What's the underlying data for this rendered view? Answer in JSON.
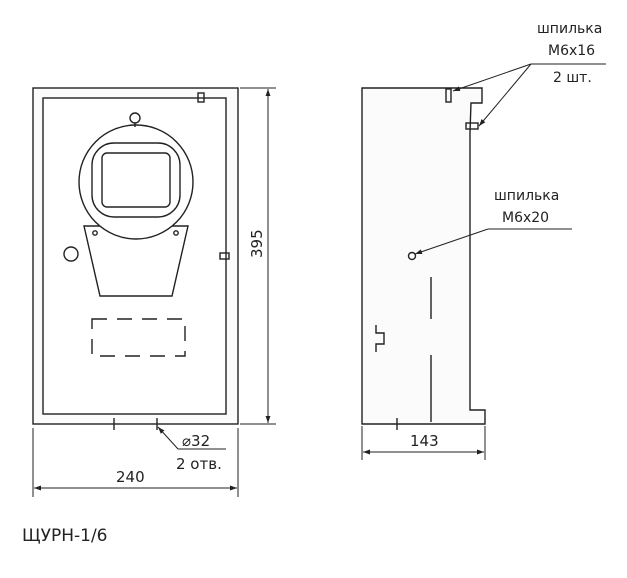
{
  "title": "ЩУРН-1/6",
  "front": {
    "width_label": "240",
    "height_label": "395",
    "hole_label": "⌀32",
    "hole_count_label": "2 отв."
  },
  "side": {
    "depth_label": "143",
    "stud_top": {
      "name": "шпилька",
      "size": "М6х16",
      "count": "2 шт."
    },
    "stud_mid": {
      "name": "шпилька",
      "size": "М6х20"
    }
  }
}
